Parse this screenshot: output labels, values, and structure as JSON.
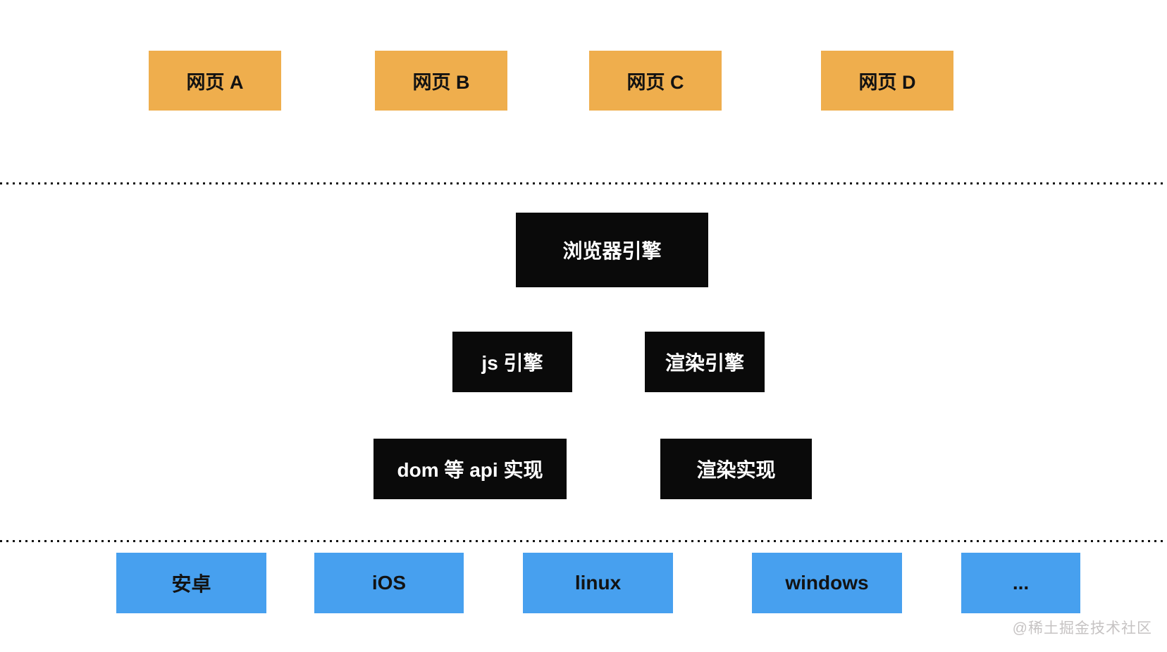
{
  "layers": {
    "pages": {
      "items": [
        {
          "label": "网页 A"
        },
        {
          "label": "网页 B"
        },
        {
          "label": "网页 C"
        },
        {
          "label": "网页 D"
        }
      ]
    },
    "browser": {
      "browser_engine": {
        "label": "浏览器引擎"
      },
      "js_engine": {
        "label": "js 引擎"
      },
      "render_engine": {
        "label": "渲染引擎"
      },
      "dom_api_impl": {
        "label": "dom 等 api 实现"
      },
      "render_impl": {
        "label": "渲染实现"
      }
    },
    "os": {
      "items": [
        {
          "label": "安卓"
        },
        {
          "label": "iOS"
        },
        {
          "label": "linux"
        },
        {
          "label": "windows"
        },
        {
          "label": "..."
        }
      ]
    }
  },
  "watermark": {
    "text": "@稀土掘金技术社区"
  },
  "colors": {
    "background": "#ffffff",
    "page_box": "#efae4d",
    "page_text": "#121212",
    "engine_box": "#0a0a0a",
    "engine_text": "#ffffff",
    "os_box": "#47a0ef",
    "os_text": "#131313",
    "divider": "#111111",
    "watermark_text": "#c6c3c3"
  }
}
